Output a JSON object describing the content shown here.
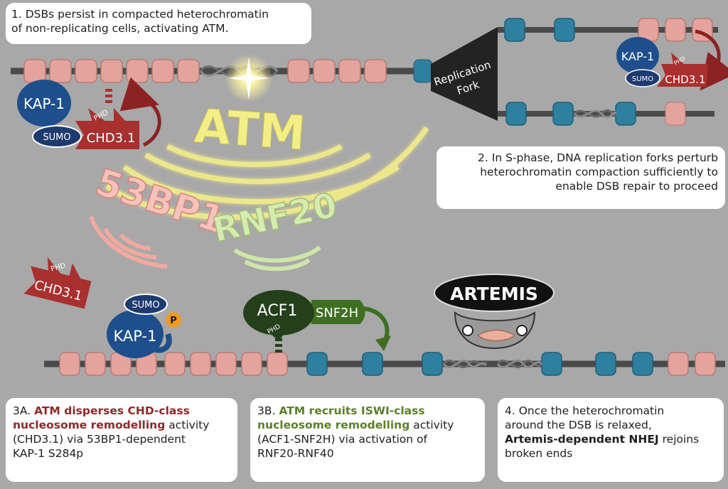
{
  "box1": {
    "line1": "1. DSBs persist in compacted heterochromatin",
    "line2": "of non-replicating cells, activating ATM."
  },
  "box2": {
    "line1": "2. In S-phase, DNA replication forks perturb",
    "line2": "heterochromatin compaction sufficiently to",
    "line3": "enable DSB repair to proceed"
  },
  "box3a": {
    "prefix": "3A.",
    "bold1": "ATM disperses CHD-class",
    "bold2": "nucleosome remodelling",
    "rest2": "activity",
    "line3": "(CHD3.1)  via 53BP1-dependent",
    "line4": "KAP-1 S284p"
  },
  "box3b": {
    "prefix": "3B.",
    "bold1": "ATM recruits ISWI-class",
    "bold2": "nucleosome remodelling",
    "rest2": "activity",
    "line3": "(ACF1-SNF2H) via  activation of",
    "line4": "RNF20-RNF40"
  },
  "box4": {
    "line1": "4. Once the heterochromatin",
    "line2": "around the DSB is relaxed,",
    "bold3": "Artemis-dependent NHEJ",
    "rest3": "rejoins",
    "line4": "broken ends"
  },
  "labels": {
    "kap1": "KAP-1",
    "sumo": "SUMO",
    "phd": "PHD",
    "chd": "CHD3.1",
    "atm": "ATM",
    "bp53": "53BP1",
    "rnf20": "RNF20",
    "acf1": "ACF1",
    "snf2h": "SNF2H",
    "artemis": "ARTEMIS",
    "replication": "Replication",
    "fork": "Fork",
    "p": "P"
  },
  "colors": {
    "nucleosome_compact": "#e4a39d",
    "nucleosome_relaxed": "#2f7f9e",
    "kap1": "#1e4f8c",
    "chd": "#a8302f",
    "atm": "#f3ee85",
    "bp53": "#f3b8b0",
    "rnf20": "#cfe4a8",
    "acf1": "#24401a",
    "snf2h": "#3f6f22",
    "artemis": "#111111",
    "background": "#a8a8a8"
  }
}
